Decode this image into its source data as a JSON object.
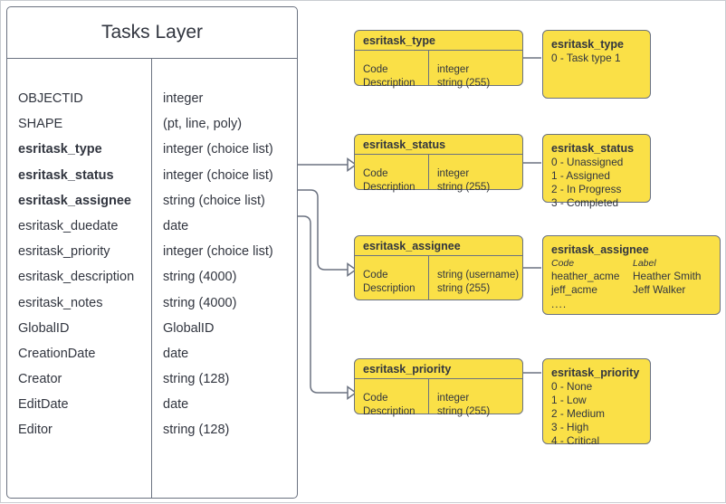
{
  "entity": {
    "title": "Tasks Layer",
    "fields": [
      {
        "name": "OBJECTID",
        "type": "integer",
        "bold": false
      },
      {
        "name": "SHAPE",
        "type": "(pt, line, poly)",
        "bold": false
      },
      {
        "name": "esritask_type",
        "type": "integer (choice list)",
        "bold": true
      },
      {
        "name": "esritask_status",
        "type": "integer (choice list)",
        "bold": true
      },
      {
        "name": "esritask_assignee",
        "type": "string (choice list)",
        "bold": true
      },
      {
        "name": "esritask_duedate",
        "type": "date",
        "bold": false
      },
      {
        "name": "esritask_priority",
        "type": "integer (choice list)",
        "bold": false
      },
      {
        "name": "esritask_description",
        "type": "string (4000)",
        "bold": false
      },
      {
        "name": "esritask_notes",
        "type": "string (4000)",
        "bold": false
      },
      {
        "name": "GlobalID",
        "type": "GlobalID",
        "bold": false
      },
      {
        "name": "CreationDate",
        "type": "date",
        "bold": false
      },
      {
        "name": "Creator",
        "type": "string (128)",
        "bold": false
      },
      {
        "name": "EditDate",
        "type": "date",
        "bold": false
      },
      {
        "name": "Editor",
        "type": "string (128)",
        "bold": false
      }
    ]
  },
  "tables": [
    {
      "id": "type",
      "title": "esritask_type",
      "left_col": [
        "Code",
        "Description"
      ],
      "right_col": [
        "integer",
        "string (255)"
      ]
    },
    {
      "id": "status",
      "title": "esritask_status",
      "left_col": [
        "Code",
        "Description"
      ],
      "right_col": [
        "integer",
        "string (255)"
      ]
    },
    {
      "id": "assignee",
      "title": "esritask_assignee",
      "left_col": [
        "Code",
        "Description"
      ],
      "right_col": [
        "string  (username)",
        "string (255)"
      ]
    },
    {
      "id": "priority",
      "title": "esritask_priority",
      "left_col": [
        "Code",
        "Description"
      ],
      "right_col": [
        "integer",
        "string (255)"
      ]
    }
  ],
  "domains": {
    "type": {
      "title": "esritask_type",
      "values": [
        "0 - Task type 1"
      ]
    },
    "status": {
      "title": "esritask_status",
      "values": [
        "0 - Unassigned",
        "1 - Assigned",
        "2 - In Progress",
        "3 - Completed"
      ]
    },
    "assignee": {
      "title": "esritask_assignee",
      "header": {
        "code": "Code",
        "label": "Label"
      },
      "rows": [
        {
          "code": "heather_acme",
          "label": "Heather Smith"
        },
        {
          "code": "jeff_acme",
          "label": "Jeff Walker"
        }
      ],
      "more": "...."
    },
    "priority": {
      "title": "esritask_priority",
      "values": [
        "0 - None",
        "1 - Low",
        "2 - Medium",
        "3 - High",
        "4 - Critical"
      ]
    }
  },
  "colors": {
    "yellow": "#fae047",
    "stroke": "#6b7280",
    "text": "#31353f",
    "outer_border": "#c9ccd1"
  }
}
